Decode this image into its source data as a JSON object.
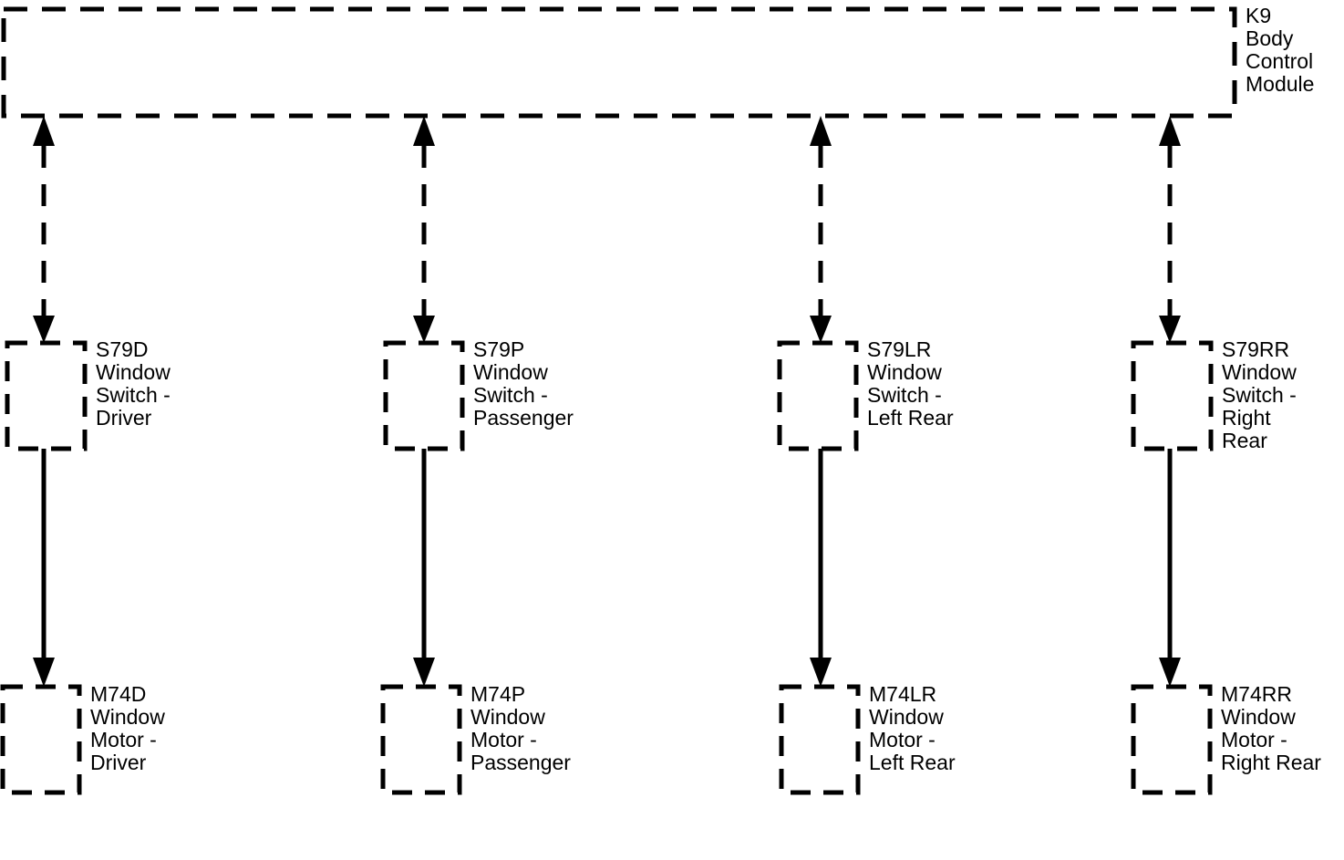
{
  "module": {
    "lines": [
      "K9",
      "Body",
      "Control",
      "Module"
    ]
  },
  "switches": [
    {
      "lines": [
        "S79D",
        "Window",
        "Switch -",
        "Driver"
      ]
    },
    {
      "lines": [
        "S79P",
        "Window",
        "Switch -",
        "Passenger"
      ]
    },
    {
      "lines": [
        "S79LR",
        "Window",
        "Switch -",
        "Left Rear"
      ]
    },
    {
      "lines": [
        "S79RR",
        "Window",
        "Switch -",
        "Right",
        "Rear"
      ]
    }
  ],
  "motors": [
    {
      "lines": [
        "M74D",
        "Window",
        "Motor -",
        "Driver"
      ]
    },
    {
      "lines": [
        "M74P",
        "Window",
        "Motor -",
        "Passenger"
      ]
    },
    {
      "lines": [
        "M74LR",
        "Window",
        "Motor -",
        "Left Rear"
      ]
    },
    {
      "lines": [
        "M74RR",
        "Window",
        "Motor -",
        "Right Rear"
      ]
    }
  ],
  "connections": [
    {
      "from": "K9",
      "to": "S79D",
      "style": "dashed",
      "direction": "bidirectional"
    },
    {
      "from": "K9",
      "to": "S79P",
      "style": "dashed",
      "direction": "bidirectional"
    },
    {
      "from": "K9",
      "to": "S79LR",
      "style": "dashed",
      "direction": "bidirectional"
    },
    {
      "from": "K9",
      "to": "S79RR",
      "style": "dashed",
      "direction": "bidirectional"
    },
    {
      "from": "S79D",
      "to": "M74D",
      "style": "solid",
      "direction": "forward"
    },
    {
      "from": "S79P",
      "to": "M74P",
      "style": "solid",
      "direction": "forward"
    },
    {
      "from": "S79LR",
      "to": "M74LR",
      "style": "solid",
      "direction": "forward"
    },
    {
      "from": "S79RR",
      "to": "M74RR",
      "style": "solid",
      "direction": "forward"
    }
  ]
}
